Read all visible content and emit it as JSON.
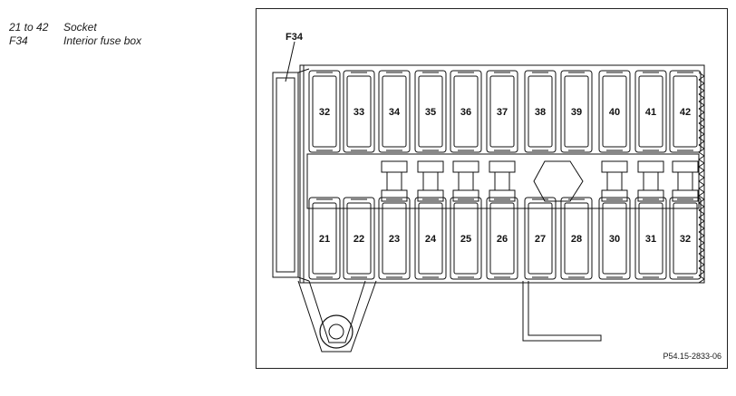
{
  "legend": [
    {
      "key": "21 to 42",
      "desc": "Socket"
    },
    {
      "key": "F34",
      "desc": "Interior fuse box"
    }
  ],
  "diagram": {
    "box_label": "F34",
    "top_row": [
      "32",
      "33",
      "34",
      "35",
      "36",
      "37",
      "38",
      "39",
      "40",
      "41",
      "42"
    ],
    "bottom_row": [
      "21",
      "22",
      "23",
      "24",
      "25",
      "26",
      "27",
      "28",
      "30",
      "31",
      "32"
    ]
  },
  "reference": "P54.15-2833-06"
}
